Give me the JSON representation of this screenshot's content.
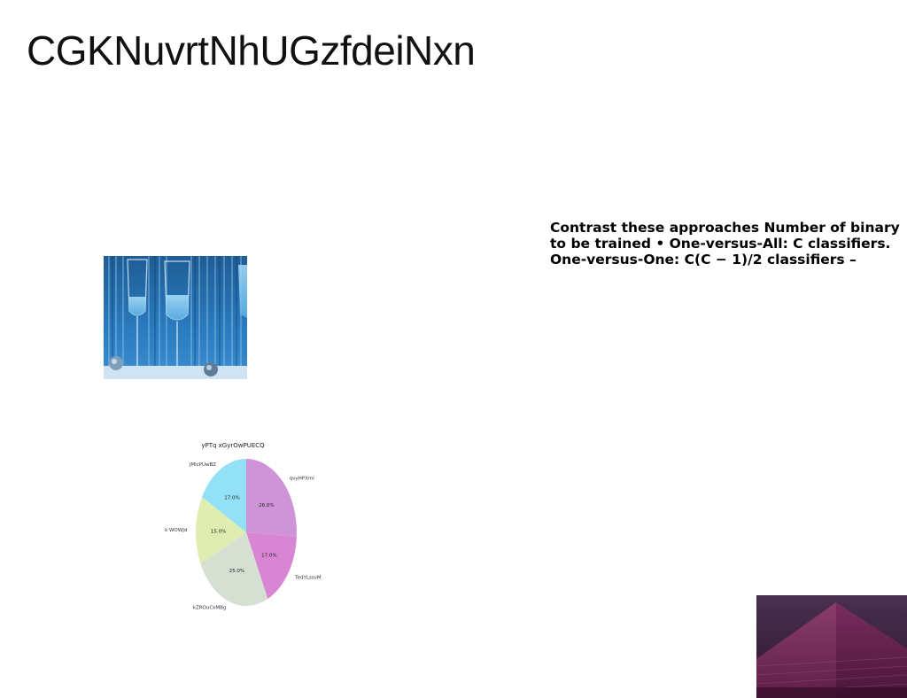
{
  "slide": {
    "title": "CGKNuvrtNhUGzfdeiNxn",
    "body_lines": [
      "Contrast these approaches Number of binary",
      "to be trained • One-versus-All: C classifiers.",
      "One-versus-One: C(C − 1)/2 classifiers –"
    ]
  },
  "chart_data": {
    "type": "pie",
    "title": "yPTq xGyrOwPUECQ",
    "labels": [
      "qvyHPXml",
      "TedYLssvM",
      "kZROuCkMBg",
      "k WOWJd",
      "jMlcPUwBZ"
    ],
    "values": [
      26.0,
      17.0,
      25.0,
      15.0,
      17.0
    ],
    "value_labels": [
      "26.0%",
      "17.0%",
      "25.0%",
      "15.0%",
      "17.0%"
    ],
    "colors": [
      "#cf94d8",
      "#d885d3",
      "#d5dfd2",
      "#dfedb1",
      "#93e1f7"
    ],
    "start": "top",
    "direction": "clockwise"
  }
}
